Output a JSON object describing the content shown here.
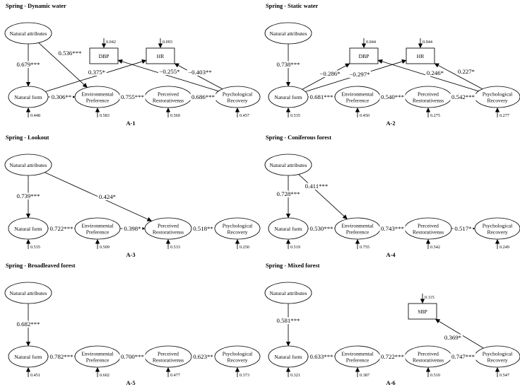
{
  "panels": [
    {
      "id": "A-1",
      "title": "Spring - Dynamic water",
      "label": "A-1",
      "nodes": {
        "na": "Natural attributes",
        "nf": "Natural form",
        "ep": [
          "Environmental",
          "Preference"
        ],
        "pr": [
          "Perceived",
          "Restorativenss"
        ],
        "rc": [
          "Psychological",
          "Recovery"
        ],
        "b1": "DBP",
        "b2": "HR"
      },
      "errors": {
        "nf": "0.448",
        "ep": "0.583",
        "pr": "0.560",
        "rc": "0.457",
        "b1": "0.042",
        "b2": "0.093"
      },
      "coefs": {
        "na_nf": "0.679***",
        "na_ep": "0.536***",
        "nf_ep": "0.306**",
        "ep_pr": "0.755***",
        "pr_rc": "0.686***",
        "nf_b2": "0.375*",
        "rc_b1": "−0.255*",
        "rc_b2": "−0.403**"
      }
    },
    {
      "id": "A-2",
      "title": "Spring - Static water",
      "label": "A-2",
      "nodes": {
        "na": "Natural attributes",
        "nf": "Natural form",
        "ep": [
          "Environmental",
          "Preference"
        ],
        "pr": [
          "Perceived",
          "Restorativenss"
        ],
        "rc": [
          "Psychological",
          "Recovery"
        ],
        "b1": "DBP",
        "b2": "HR"
      },
      "errors": {
        "nf": "0.535",
        "ep": "0.450",
        "pr": "0.275",
        "rc": "0.277",
        "b1": "0.044",
        "b2": "0.044"
      },
      "coefs": {
        "na_nf": "0.738***",
        "nf_ep": "0.681***",
        "ep_pr": "0.540***",
        "pr_rc": "0.542***",
        "nf_b1": "−0.286*",
        "nf_b2": "−0.297*",
        "rc_b1": "0.246*",
        "rc_b2": "0.227*"
      }
    },
    {
      "id": "A-3",
      "title": "Spring - Lookout",
      "label": "A-3",
      "nodes": {
        "na": "Natural attributes",
        "nf": "Natural form",
        "ep": [
          "Environmental",
          "Preference"
        ],
        "pr": [
          "Perceived",
          "Restorativenss"
        ],
        "rc": [
          "Psychological",
          "Recovery"
        ]
      },
      "errors": {
        "nf": "0.535",
        "ep": "0.509",
        "pr": "0.533",
        "rc": "0.250"
      },
      "coefs": {
        "na_nf": "0.739***",
        "na_pr": "0.424*",
        "nf_ep": "0.722***",
        "ep_pr": "0.398*",
        "pr_rc": "0.518**"
      }
    },
    {
      "id": "A-4",
      "title": "Spring - Coniferous forest",
      "label": "A-4",
      "nodes": {
        "na": "Natural attributes",
        "nf": "Natural form",
        "ep": [
          "Environmental",
          "Preference"
        ],
        "pr": [
          "Perceived",
          "Restorativenss"
        ],
        "rc": [
          "Psychological",
          "Recovery"
        ]
      },
      "errors": {
        "nf": "0.519",
        "ep": "0.755",
        "pr": "0.542",
        "rc": "0.249"
      },
      "coefs": {
        "na_nf": "0.728***",
        "na_ep": "0.411***",
        "nf_ep": "0.530***",
        "ep_pr": "0.743***",
        "pr_rc": "0.517*"
      }
    },
    {
      "id": "A-5",
      "title": "Spring - Broadleaved forest",
      "label": "A-5",
      "nodes": {
        "na": "Natural attributes",
        "nf": "Natural form",
        "ep": [
          "Environmental",
          "Preference"
        ],
        "pr": [
          "Perceived",
          "Restorativenss"
        ],
        "rc": [
          "Psychological",
          "Recovery"
        ]
      },
      "errors": {
        "nf": "0.451",
        "ep": "0.602",
        "pr": "0.477",
        "rc": "0.373"
      },
      "coefs": {
        "na_nf": "0.682***",
        "nf_ep": "0.782***",
        "ep_pr": "0.700***",
        "pr_rc": "0.623**"
      }
    },
    {
      "id": "A-6",
      "title": "Spring - Mixed forest",
      "label": "A-6",
      "nodes": {
        "na": "Natural attributes",
        "nf": "Natural form",
        "ep": [
          "Environmental",
          "Preference"
        ],
        "pr": [
          "Perceived",
          "Restorativenss"
        ],
        "rc": [
          "Psychological",
          "Recovery"
        ],
        "b3": "SBP"
      },
      "errors": {
        "nf": "0.321",
        "ep": "0.387",
        "pr": "0.510",
        "rc": "0.547",
        "b3": "0.115"
      },
      "coefs": {
        "na_nf": "0.581***",
        "nf_ep": "0.633***",
        "ep_pr": "0.722***",
        "pr_rc": "0.747***",
        "rc_b3": "0.369*"
      }
    }
  ]
}
